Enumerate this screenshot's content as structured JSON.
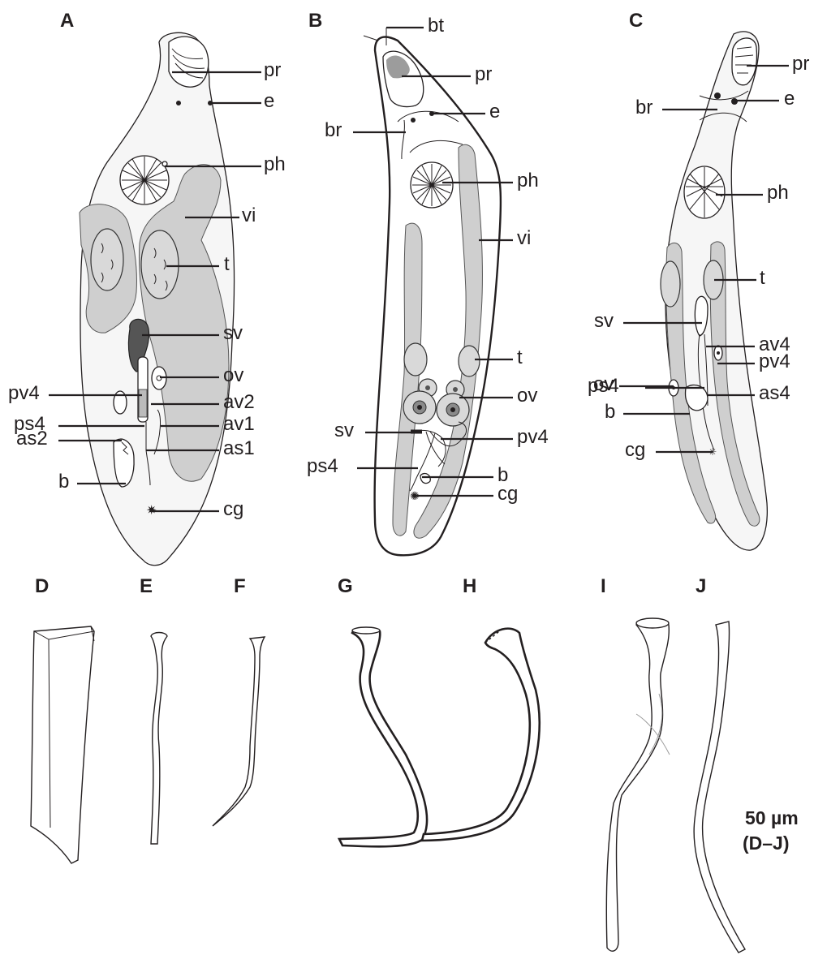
{
  "panels": {
    "A": "A",
    "B": "B",
    "C": "C",
    "D": "D",
    "E": "E",
    "F": "F",
    "G": "G",
    "H": "H",
    "I": "I",
    "J": "J"
  },
  "labels": {
    "A": [
      "pr",
      "e",
      "ph",
      "vi",
      "t",
      "sv",
      "ov",
      "pv4",
      "av2",
      "ps4",
      "av1",
      "as2",
      "as1",
      "b",
      "cg"
    ],
    "B": [
      "bt",
      "pr",
      "e",
      "br",
      "ph",
      "vi",
      "t",
      "ov",
      "sv",
      "pv4",
      "ps4",
      "b",
      "cg"
    ],
    "C": [
      "pr",
      "br",
      "e",
      "ph",
      "t",
      "sv",
      "av4",
      "ov",
      "pv4",
      "ps4",
      "as4",
      "b",
      "cg"
    ]
  },
  "scale_bar": {
    "value": "50 µm",
    "applies_to": "(D–J)"
  },
  "colors": {
    "ink": "#231f20",
    "gland_fill": "#cfcfcf",
    "organ_fill": "#d9d9d9"
  }
}
